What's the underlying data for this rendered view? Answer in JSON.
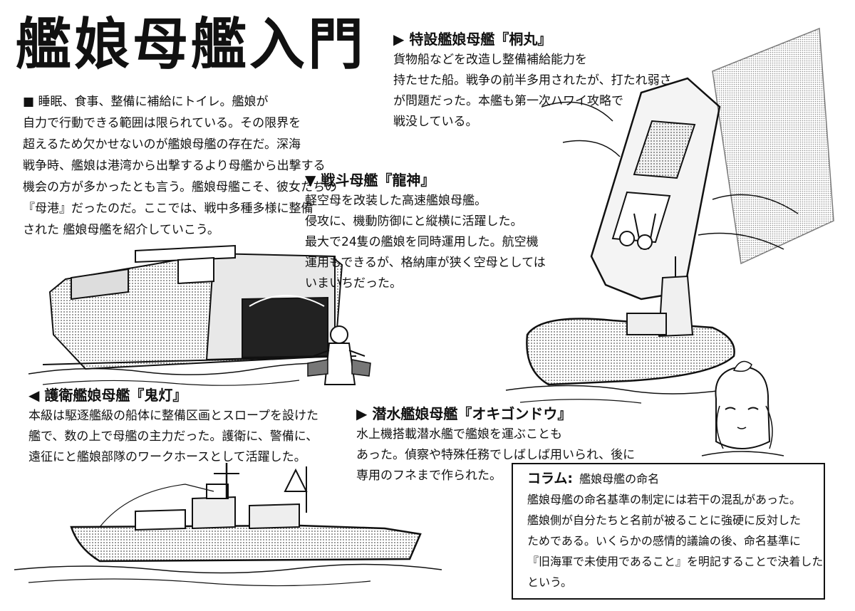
{
  "title": "艦娘母艦入門",
  "intro": {
    "lines": [
      "■ 睡眠、食事、整備に補給にトイレ。艦娘が",
      "自力で行動できる範囲は限られている。その限界を",
      "超えるため欠かせないのが艦娘母艦の存在だ。深海",
      "戦争時、艦娘は港湾から出撃するより母艦から出撃する",
      "機会の方が多かったとも言う。艦娘母艦こそ、彼女たちの",
      "『母港』だったのだ。ここでは、戦中多種多様に整備",
      "された 艦娘母艦を紹介していこう。"
    ]
  },
  "kirimaru": {
    "heading": "▶ 特設艦娘母艦『桐丸』",
    "lines": [
      "貨物船などを改造し整備補給能力を",
      "持たせた船。戦争の前半多用されたが、打たれ弱さ",
      "が問題だった。本艦も第一次ハワイ攻略で",
      "戦没している。"
    ]
  },
  "ryujin": {
    "heading": "▼ 戦斗母艦『龍神』",
    "lines": [
      "軽空母を改装した高速艦娘母艦。",
      "侵攻に、機動防御にと縦横に活躍した。",
      "最大で24隻の艦娘を同時運用した。航空機",
      "運用もできるが、格納庫が狭く空母としては",
      "いまいちだった。"
    ]
  },
  "hozuki": {
    "heading": "◀ 護衛艦娘母艦『鬼灯』",
    "lines": [
      "本級は駆逐艦級の船体に整備区画とスロープを設けた",
      "艦で、数の上で母艦の主力だった。護衛に、警備に、",
      "遠征にと艦娘部隊のワークホースとして活躍した。"
    ]
  },
  "okigondou": {
    "heading": "▶ 潜水艦娘母艦『オキゴンドウ』",
    "lines": [
      "水上機搭載潜水艦で艦娘を運ぶことも",
      "あった。偵察や特殊任務でしばしば用いられ、後に",
      "専用のフネまで作られた。"
    ]
  },
  "column": {
    "heading": "コラム:",
    "subheading": "艦娘母艦の命名",
    "lines": [
      "艦娘母艦の命名基準の制定には若干の混乱があった。",
      "艦娘側が自分たちと名前が被ることに強硬に反対した",
      "ためである。いくらかの感情的議論の後、命名基準に",
      "『旧海軍で未使用であること』を明記することで決着した",
      "という。"
    ]
  },
  "colors": {
    "ink": "#111111",
    "paper": "#ffffff",
    "screentone": "#bdbdbd"
  },
  "illustrations": [
    "carrier-ship-drawing",
    "cargo-ship-drawing",
    "submarine-drawing",
    "destroyer-ship-drawing",
    "shipgirl-figure-drawing",
    "swimming-girl-drawing"
  ]
}
